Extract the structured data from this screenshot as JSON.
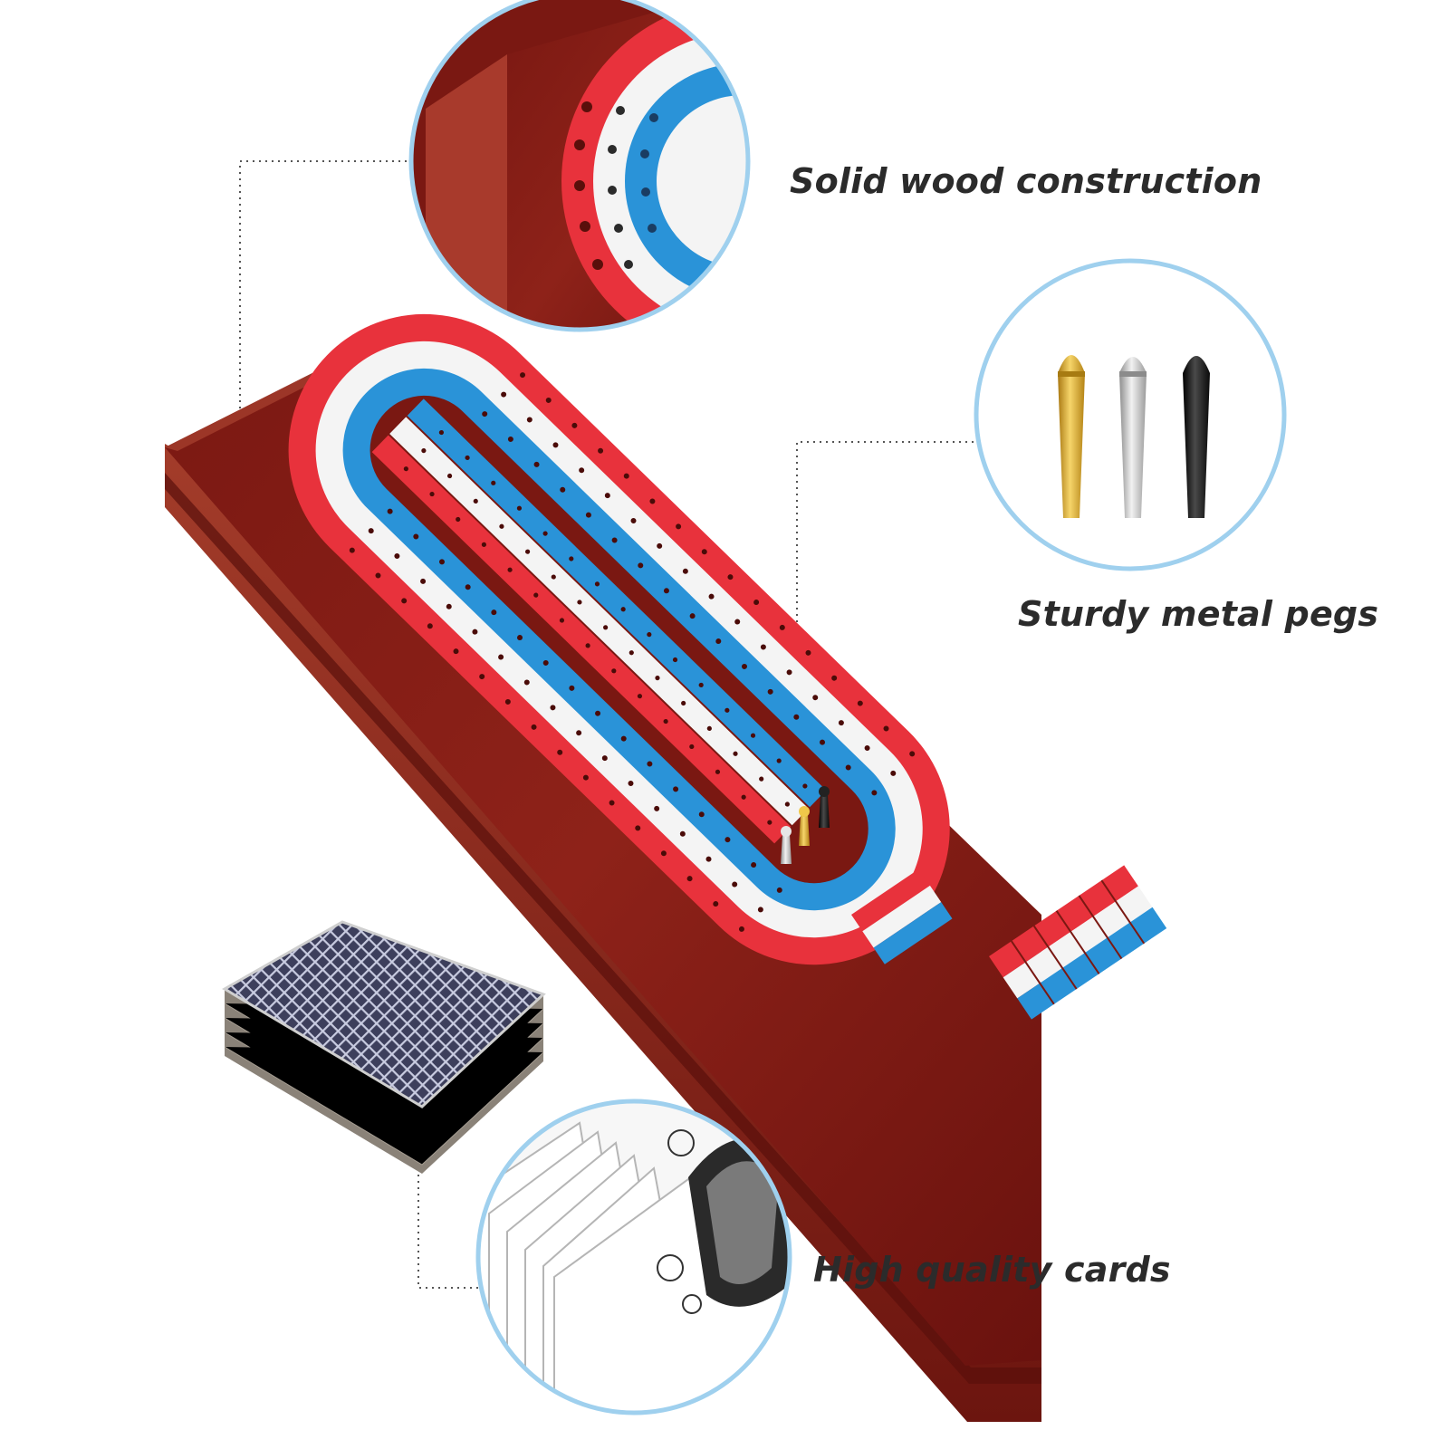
{
  "callouts": {
    "wood": "Solid wood construction",
    "pegs": "Sturdy metal pegs",
    "cards": "High quality cards"
  },
  "colors": {
    "wood_dark": "#6e1410",
    "wood_mid": "#8c1e18",
    "wood_light": "#a83a2c",
    "track_red": "#e8323c",
    "track_white": "#f4f4f4",
    "track_blue": "#2a93d8",
    "circle_border": "#9fd0ee",
    "peg_gold": "#d9a62a",
    "peg_silver": "#c9c9c9",
    "peg_black": "#1b1b1b",
    "card_back": "#3d3f5c"
  },
  "icons": {
    "wood_zoom": "wood-corner-closeup",
    "pegs_zoom": "three-pegs-icon",
    "cards_zoom": "fanned-cards-closeup"
  }
}
